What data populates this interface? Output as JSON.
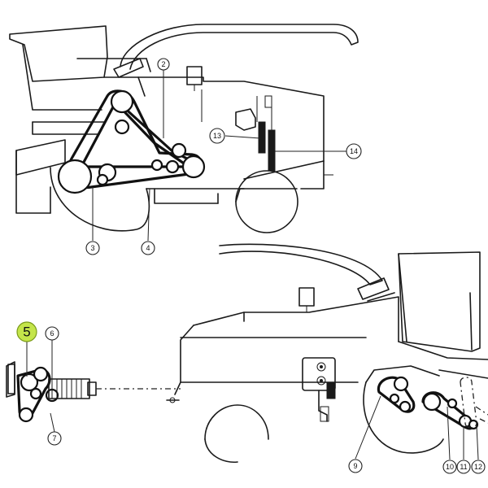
{
  "callouts": {
    "c2": "2",
    "c3": "3",
    "c4": "4",
    "c5": "5",
    "c6": "6",
    "c7": "7",
    "c9": "9",
    "c10": "10",
    "c11": "11",
    "c12": "12",
    "c13": "13",
    "c14": "14"
  },
  "colors": {
    "highlight_fill": "#c4e54a",
    "line": "#1a1a1a"
  }
}
